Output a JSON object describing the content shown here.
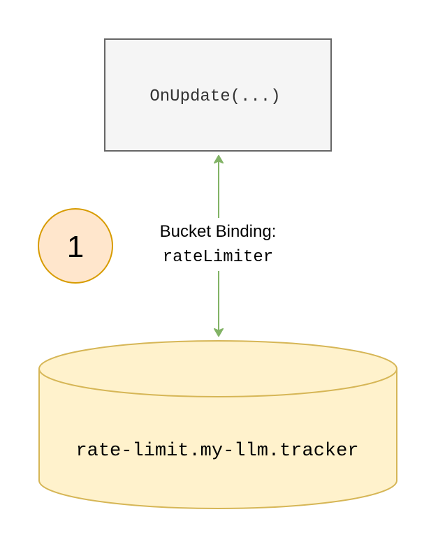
{
  "function_box": {
    "label": "OnUpdate(...)"
  },
  "binding": {
    "title": "Bucket Binding:",
    "name": "rateLimiter"
  },
  "step_badge": {
    "number": "1"
  },
  "bucket": {
    "label": "rate-limit.my-llm.tracker"
  },
  "colors": {
    "box_fill": "#f5f5f5",
    "box_stroke": "#666666",
    "arrow": "#82b366",
    "badge_fill": "#ffe6cc",
    "badge_stroke": "#d79b00",
    "bucket_fill": "#fff2cc",
    "bucket_stroke": "#d6b656",
    "text_gray": "#333333",
    "text_black": "#000000"
  }
}
